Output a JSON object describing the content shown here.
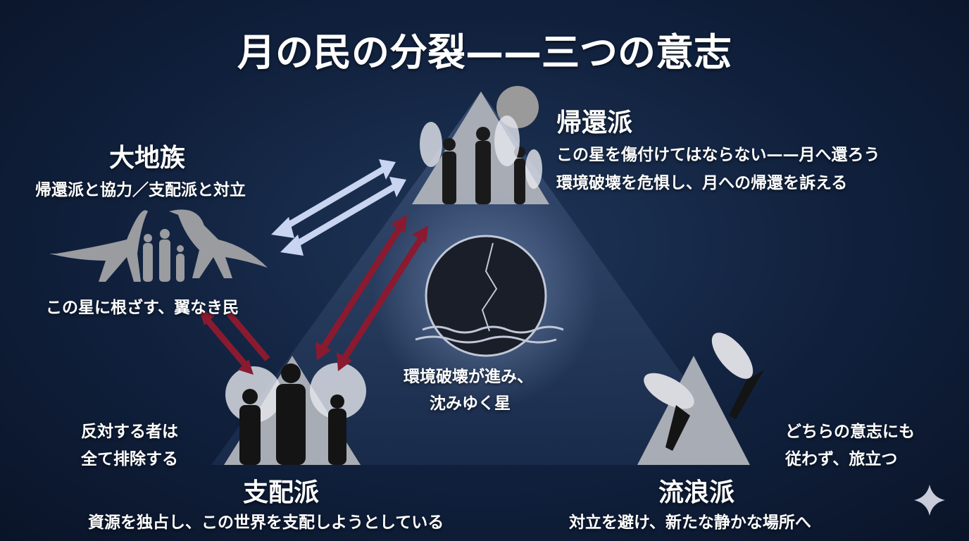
{
  "title": "月の民の分裂——三つの意志",
  "kikan": {
    "name": "帰還派",
    "line1": "この星を傷付けてはならない——月へ還ろう",
    "line2": "環境破壊を危惧し、月への帰還を訴える"
  },
  "daichi": {
    "name": "大地族",
    "relation": "帰還派と協力／支配派と対立",
    "caption": "この星に根ざす、翼なき民"
  },
  "center": {
    "line1": "環境破壊が進み、",
    "line2": "沈みゆく星"
  },
  "shihai": {
    "name": "支配派",
    "side1": "反対する者は",
    "side2": "全て排除する",
    "desc": "資源を独占し、この世界を支配しようとしている"
  },
  "rurou": {
    "name": "流浪派",
    "side1": "どちらの意志にも",
    "side2": "従わず、旅立つ",
    "desc": "対立を避け、新たな静かな場所へ"
  },
  "colors": {
    "alliance": "#c8d4f0",
    "conflict": "#8a1a30"
  }
}
